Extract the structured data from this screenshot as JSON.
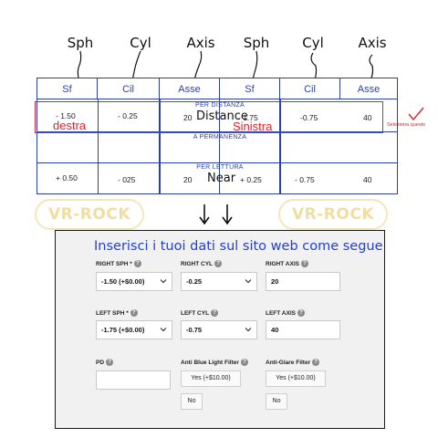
{
  "annotations": {
    "columns": [
      "Sph",
      "Cyl",
      "Axis",
      "Sph",
      "Cyl",
      "Axis"
    ],
    "destra": "destra",
    "sinistra": "Sinistra",
    "distance": "Distance",
    "near": "Near",
    "seleziona": "Seleziona questo"
  },
  "rx_table": {
    "headers": [
      "Sf",
      "Cil",
      "Asse",
      "Sf",
      "Cil",
      "Asse"
    ],
    "sections": {
      "distance": "PER DISTANZA",
      "permanent": "A PERMANENZA",
      "reading": "PER LETTURA"
    },
    "distance_row": [
      "- 1.50",
      "- 0.25",
      "20",
      "- 1.75",
      "-0.75",
      "40"
    ],
    "reading_row": [
      "+ 0.50",
      "- 025",
      "20",
      "+ 0.25",
      "- 0.75",
      "40"
    ]
  },
  "watermark": {
    "left": "VR-ROCK",
    "right": "VR-ROCK"
  },
  "form": {
    "title": "Inserisci i tuoi dati sul sito web come segue",
    "right_sph": {
      "label": "RIGHT SPH *",
      "value": "-1.50 (+$0.00)"
    },
    "right_cyl": {
      "label": "RIGHT CYL",
      "value": "-0.25"
    },
    "right_axis": {
      "label": "RIGHT AXIS",
      "value": "20"
    },
    "left_sph": {
      "label": "LEFT SPH *",
      "value": "-1.75 (+$0.00)"
    },
    "left_cyl": {
      "label": "LEFT CYL",
      "value": "-0.75"
    },
    "left_axis": {
      "label": "LEFT AXIS",
      "value": "40"
    },
    "pd": {
      "label": "PD",
      "value": ""
    },
    "anti_blue": {
      "label": "Anti Blue Light Filter",
      "yes": "Yes (+$10.00)",
      "no": "No"
    },
    "anti_glare": {
      "label": "Anti-Glare Filter",
      "yes": "Yes (+$10.00)",
      "no": "No"
    },
    "help_glyph": "?"
  },
  "colors": {
    "table_blue": "#2b3fa8",
    "highlight_red": "#e0202a",
    "title_blue": "#2040d8",
    "watermark_gold": "#f0dea0"
  }
}
